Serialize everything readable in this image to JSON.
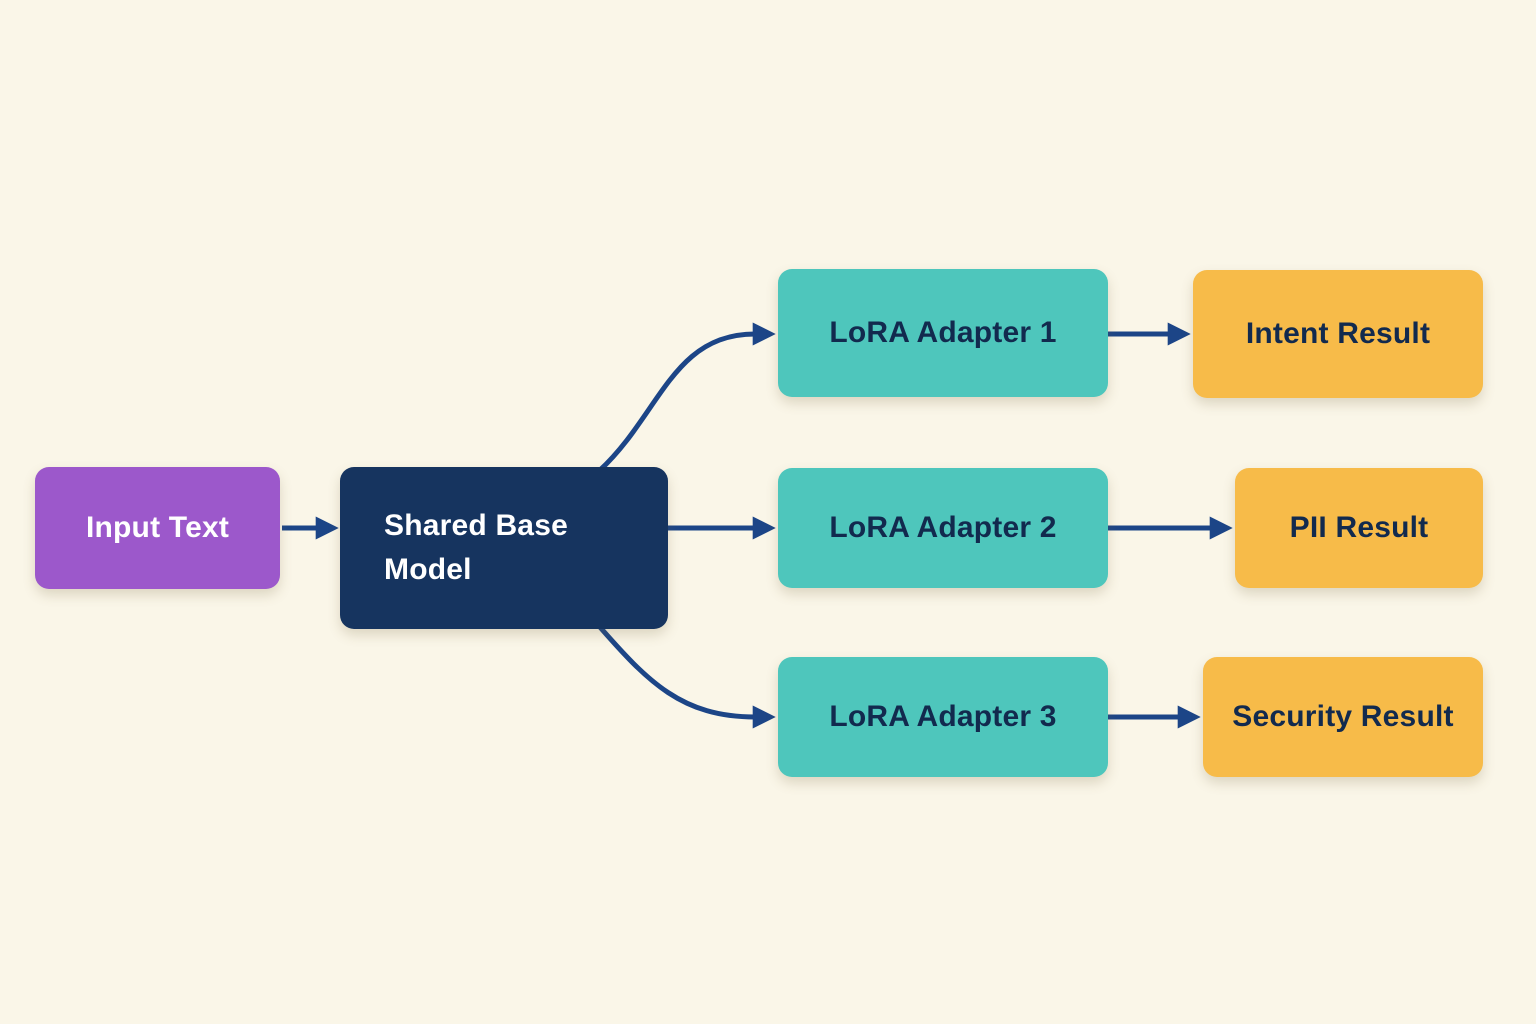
{
  "diagram": {
    "background_color": "#faf6e8",
    "arrow_color": "#1c4587",
    "nodes": {
      "input_text": {
        "label": "Input Text",
        "fill": "#9c58cb",
        "text_color": "#ffffff"
      },
      "shared_base_model": {
        "label": "Shared Base Model",
        "fill": "#16345f",
        "text_color": "#ffffff"
      },
      "lora_adapter_1": {
        "label": "LoRA Adapter 1",
        "fill": "#4ec6bc",
        "text_color": "#122a4e"
      },
      "lora_adapter_2": {
        "label": "LoRA Adapter 2",
        "fill": "#4ec6bc",
        "text_color": "#122a4e"
      },
      "lora_adapter_3": {
        "label": "LoRA Adapter 3",
        "fill": "#4ec6bc",
        "text_color": "#122a4e"
      },
      "intent_result": {
        "label": "Intent Result",
        "fill": "#f7bb49",
        "text_color": "#122a4e"
      },
      "pii_result": {
        "label": "PII Result",
        "fill": "#f7bb49",
        "text_color": "#122a4e"
      },
      "security_result": {
        "label": "Security Result",
        "fill": "#f7bb49",
        "text_color": "#122a4e"
      }
    },
    "edges": [
      {
        "from": "input_text",
        "to": "shared_base_model"
      },
      {
        "from": "shared_base_model",
        "to": "lora_adapter_1"
      },
      {
        "from": "shared_base_model",
        "to": "lora_adapter_2"
      },
      {
        "from": "shared_base_model",
        "to": "lora_adapter_3"
      },
      {
        "from": "lora_adapter_1",
        "to": "intent_result"
      },
      {
        "from": "lora_adapter_2",
        "to": "pii_result"
      },
      {
        "from": "lora_adapter_3",
        "to": "security_result"
      }
    ]
  }
}
